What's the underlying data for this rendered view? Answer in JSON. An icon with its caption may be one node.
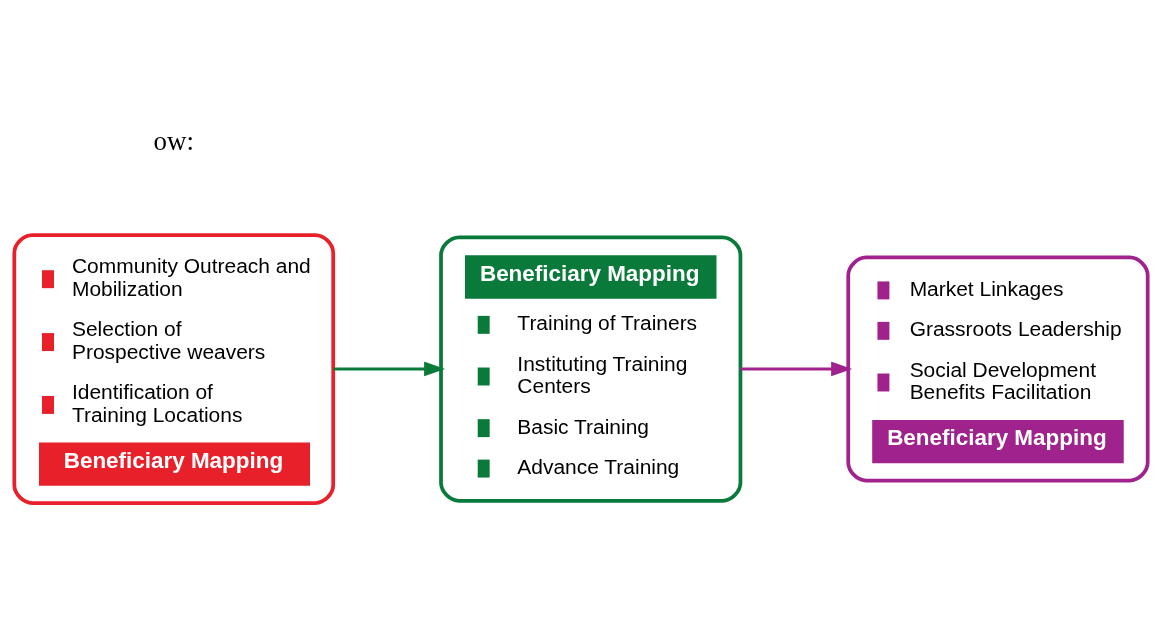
{
  "diagram": {
    "nodes": [
      {
        "text": [
          "Community Outreach and Mobilization",
          "Selection of Prospective weavers",
          "Identification of Training Locations",
          "Beneficiary Mapping"
        ]
      },
      {
        "text": [
          "Beneficiary Mapping",
          "Training of Trainers",
          "Instituting Training Centers",
          "Basic Training",
          "Advance Training"
        ]
      },
      {
        "text": [
          "Market Linkages",
          "Grassroots Leadership",
          "Social Development Benefits Facilitation",
          "Beneficiary Mapping"
        ]
      }
    ],
    "edges": [
      {
        "from": 0,
        "to": 1,
        "arrow": "to",
        "color": "#0a7a3a"
      },
      {
        "from": 1,
        "to": 2,
        "arrow": "to",
        "color": "#a0228c"
      }
    ],
    "labels": [
      "ow:"
    ]
  }
}
